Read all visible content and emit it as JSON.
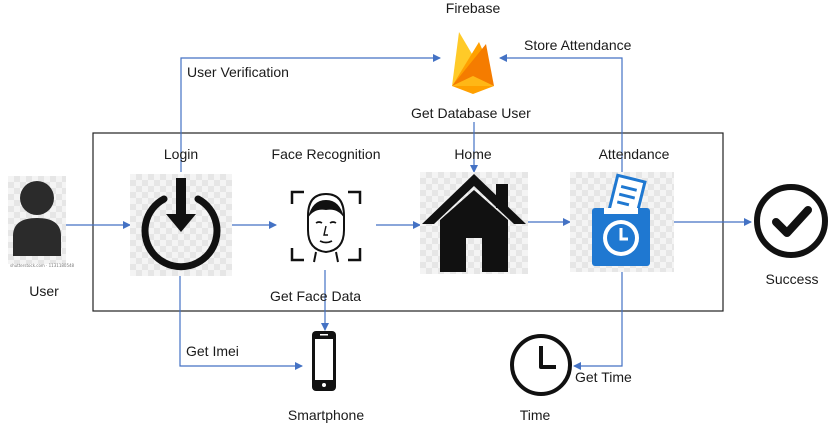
{
  "diagram": {
    "nodes": {
      "firebase": "Firebase",
      "login": "Login",
      "face_recognition": "Face Recognition",
      "home": "Home",
      "attendance": "Attendance",
      "user": "User",
      "success": "Success",
      "smartphone": "Smartphone",
      "time": "Time"
    },
    "edges": {
      "user_verification": "User Verification",
      "store_attendance": "Store Attendance",
      "get_database_user": "Get Database User",
      "get_face_data": "Get Face Data",
      "get_imei": "Get Imei",
      "get_time": "Get Time"
    },
    "watermark": "shutterstock.com · 1131180548",
    "colors": {
      "arrow": "#4472c4",
      "box_border": "#222222",
      "attendance_blue": "#1f78d1",
      "firebase_yellow": "#ffca28",
      "firebase_orange": "#f57c00",
      "firebase_amber": "#ffa000"
    },
    "icons": {
      "firebase": "firebase-flame-icon",
      "login": "power-icon",
      "face_recognition": "face-scan-icon",
      "home": "house-icon",
      "attendance": "ballot-clock-icon",
      "user": "person-icon",
      "success": "checkmark-circle-icon",
      "smartphone": "smartphone-icon",
      "time": "clock-icon"
    }
  }
}
